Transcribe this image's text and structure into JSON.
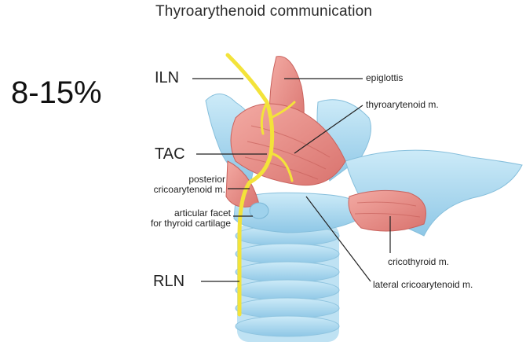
{
  "title": "Thyroarythenoid communication",
  "percentage": "8-15%",
  "nerves": {
    "iln": "ILN",
    "tac": "TAC",
    "rln": "RLN"
  },
  "labels": {
    "epiglottis": "epiglottis",
    "thyroarytenoid": "thyroarytenoid m.",
    "posterior_line1": "posterior",
    "posterior_line2": "cricoarytenoid m.",
    "facet_line1": "articular facet",
    "facet_line2": "for thyroid cartilage",
    "cricothyroid": "cricothyroid m.",
    "lateral_cricoarytenoid": "lateral cricoarytenoid m."
  },
  "colors": {
    "cartilage": "#a9d8ef",
    "muscle": "#e98f8a",
    "nerve": "#f3e33a",
    "leader": "#222222"
  }
}
